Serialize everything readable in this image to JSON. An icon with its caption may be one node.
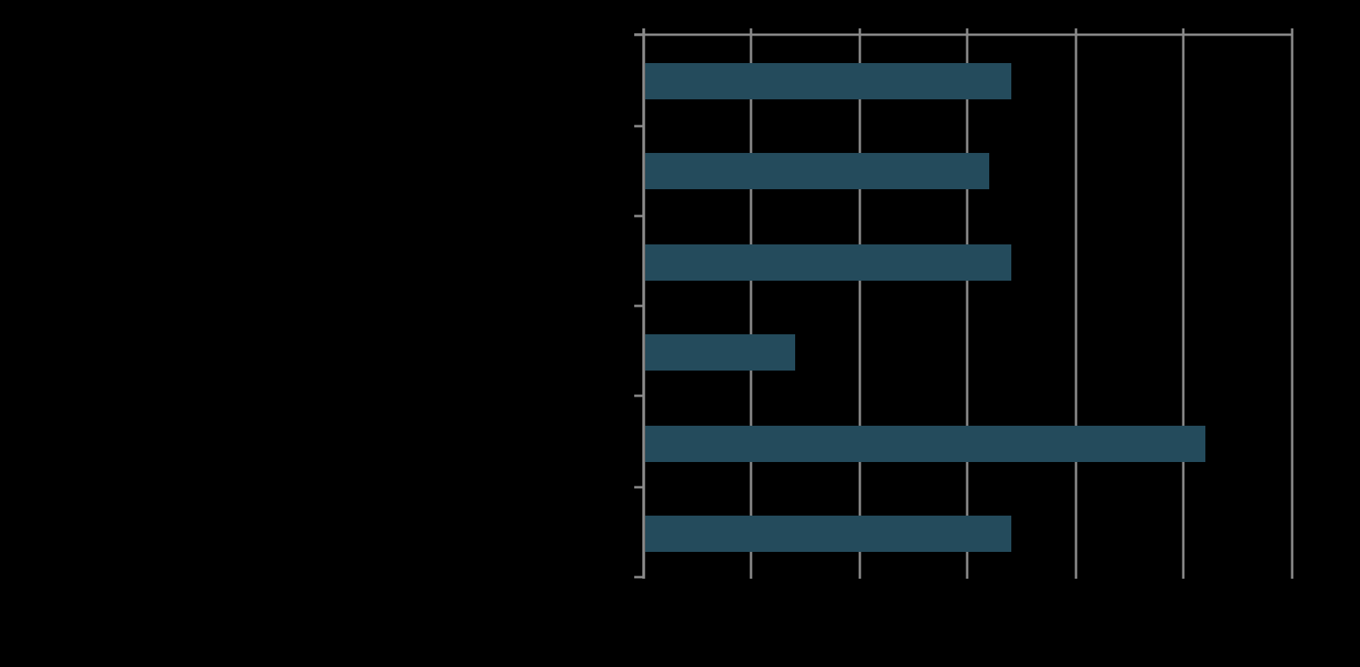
{
  "diagram": {
    "nodes": [
      {
        "text": [],
        "shape": "bar"
      },
      {
        "text": [],
        "shape": "bar"
      },
      {
        "text": [],
        "shape": "bar"
      },
      {
        "text": [],
        "shape": "bar"
      },
      {
        "text": [],
        "shape": "bar"
      },
      {
        "text": [],
        "shape": "bar"
      }
    ]
  }
}
